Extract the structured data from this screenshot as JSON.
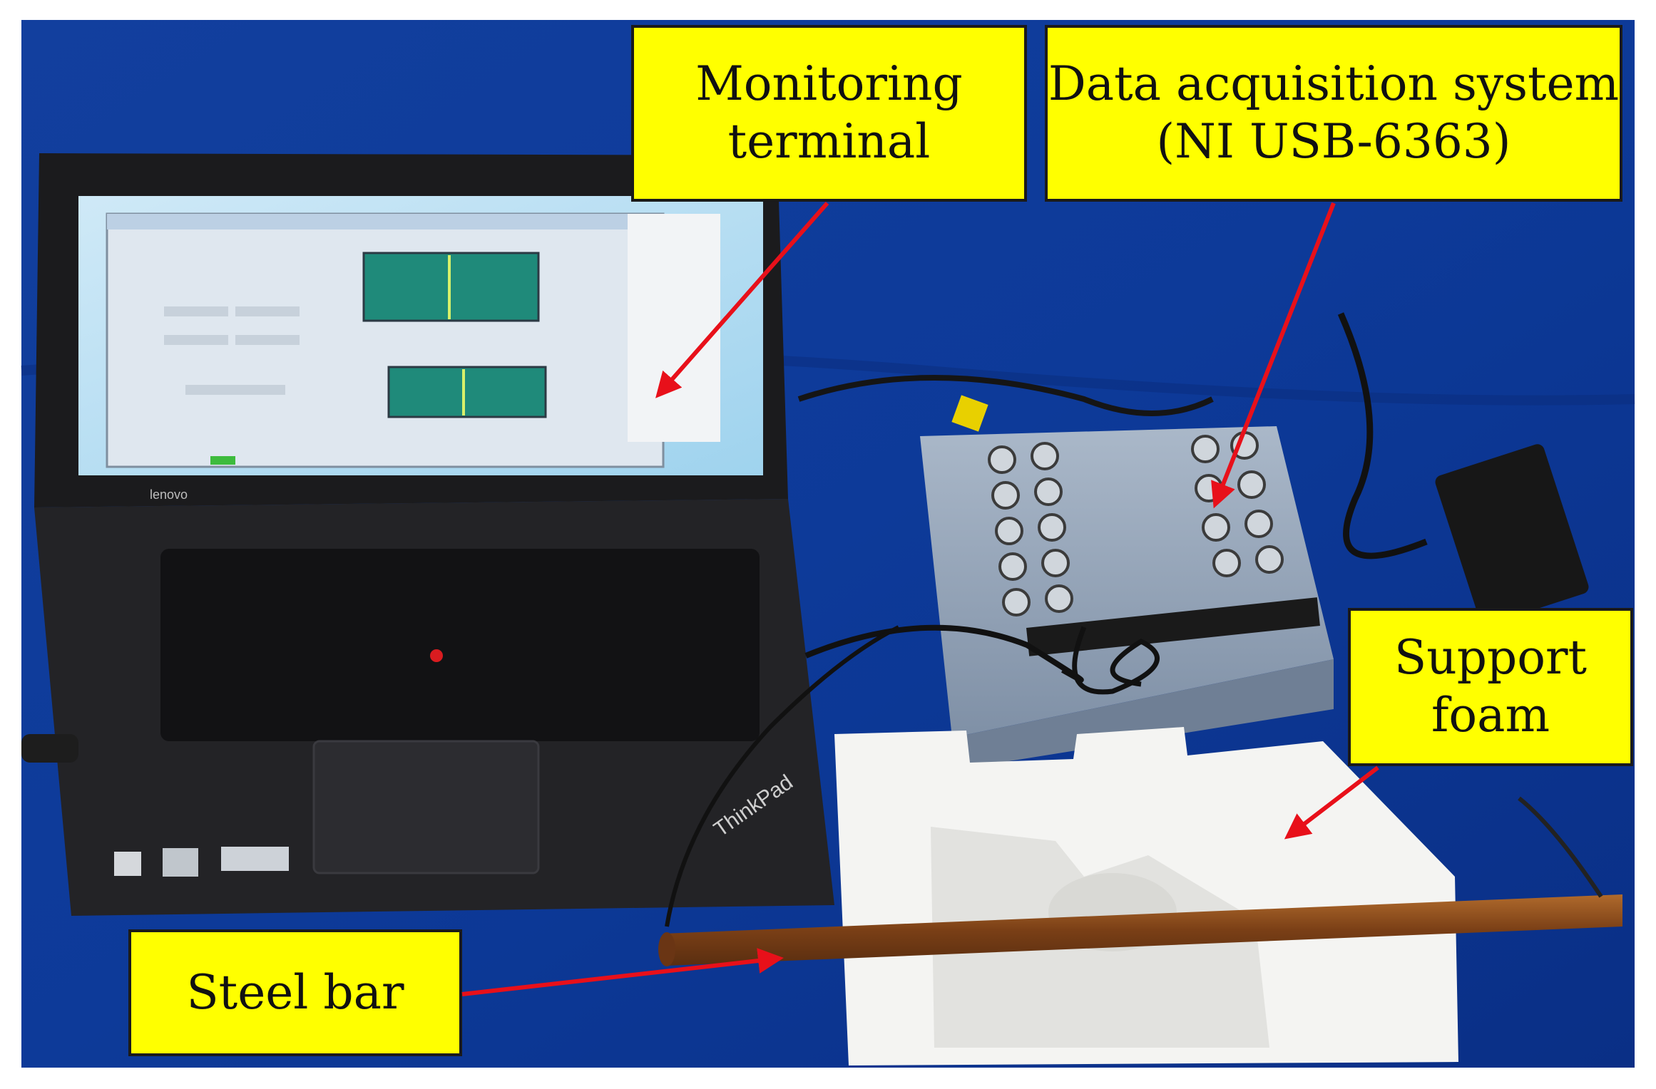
{
  "labels": {
    "monitoring_terminal": [
      "Monitoring",
      "terminal"
    ],
    "data_acquisition": [
      "Data acquisition system",
      "(NI USB-6363)"
    ],
    "support_foam": [
      "Support",
      "foam"
    ],
    "steel_bar": "Steel bar"
  },
  "laptop": {
    "brand_lid": "lenovo",
    "brand_palmrest": "ThinkPad"
  },
  "colors": {
    "background_cloth": "#0e3ea0",
    "callout_fill": "#ffff00",
    "arrow": "#e8101a",
    "screen_plot": "#1f8a7a",
    "foam": "#f4f4f2",
    "steel_rust": "#8a4a1c",
    "daq_box": "#8fa0b5"
  }
}
